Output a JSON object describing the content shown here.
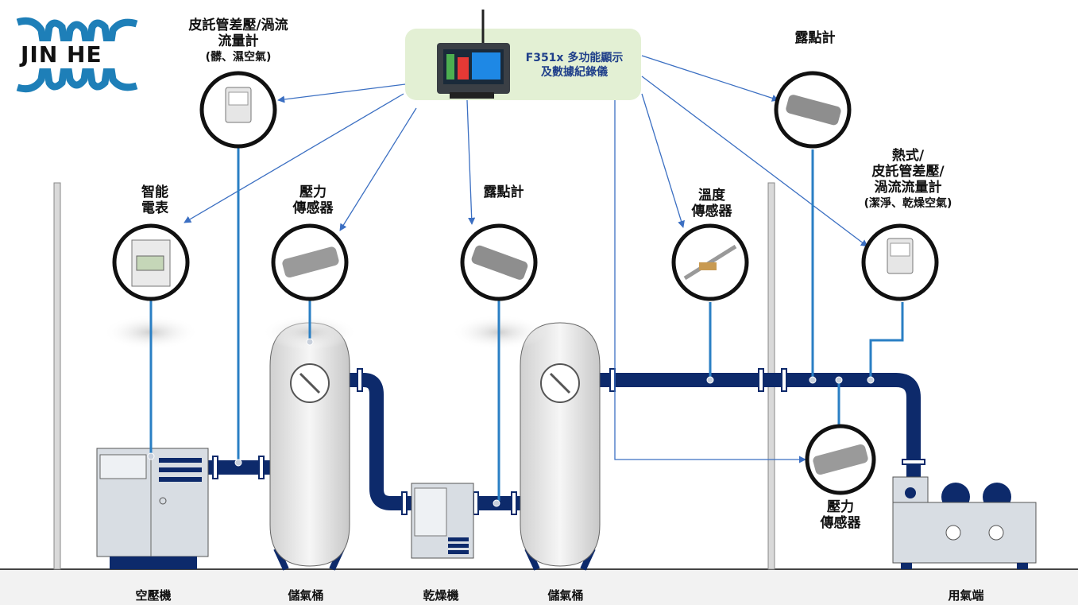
{
  "logo": {
    "text": "JIN HE"
  },
  "logger": {
    "label_line1": "F351x 多功能顯示",
    "label_line2": "及數據紀錄儀"
  },
  "sensors": {
    "pitot_top": {
      "line1": "皮託管差壓/渦流",
      "line2": "流量計",
      "line3": "(髒、濕空氣)"
    },
    "power_meter": {
      "line1": "智能",
      "line2": "電表"
    },
    "pressure_1": {
      "line1": "壓力",
      "line2": "傳感器"
    },
    "dewpoint_1": {
      "line1": "露點計"
    },
    "temperature": {
      "line1": "溫度",
      "line2": "傳感器"
    },
    "dewpoint_2": {
      "line1": "露點計"
    },
    "thermal_flow": {
      "line1": "熱式/",
      "line2": "皮託管差壓/",
      "line3": "渦流流量計",
      "line4": "(潔淨、乾燥空氣)"
    },
    "pressure_2": {
      "line1": "壓力",
      "line2": "傳感器"
    }
  },
  "equipment": {
    "compressor": "空壓機",
    "tank_1": "儲氣桶",
    "dryer": "乾燥機",
    "tank_2": "儲氣桶",
    "end_use": "用氣端"
  },
  "colors": {
    "pipe": "#0d2a6b",
    "signal": "#2a7fc4",
    "arrow": "#3b6fc2",
    "logger_bg": "#e3f0d4",
    "logo": "#1e7fb8"
  }
}
